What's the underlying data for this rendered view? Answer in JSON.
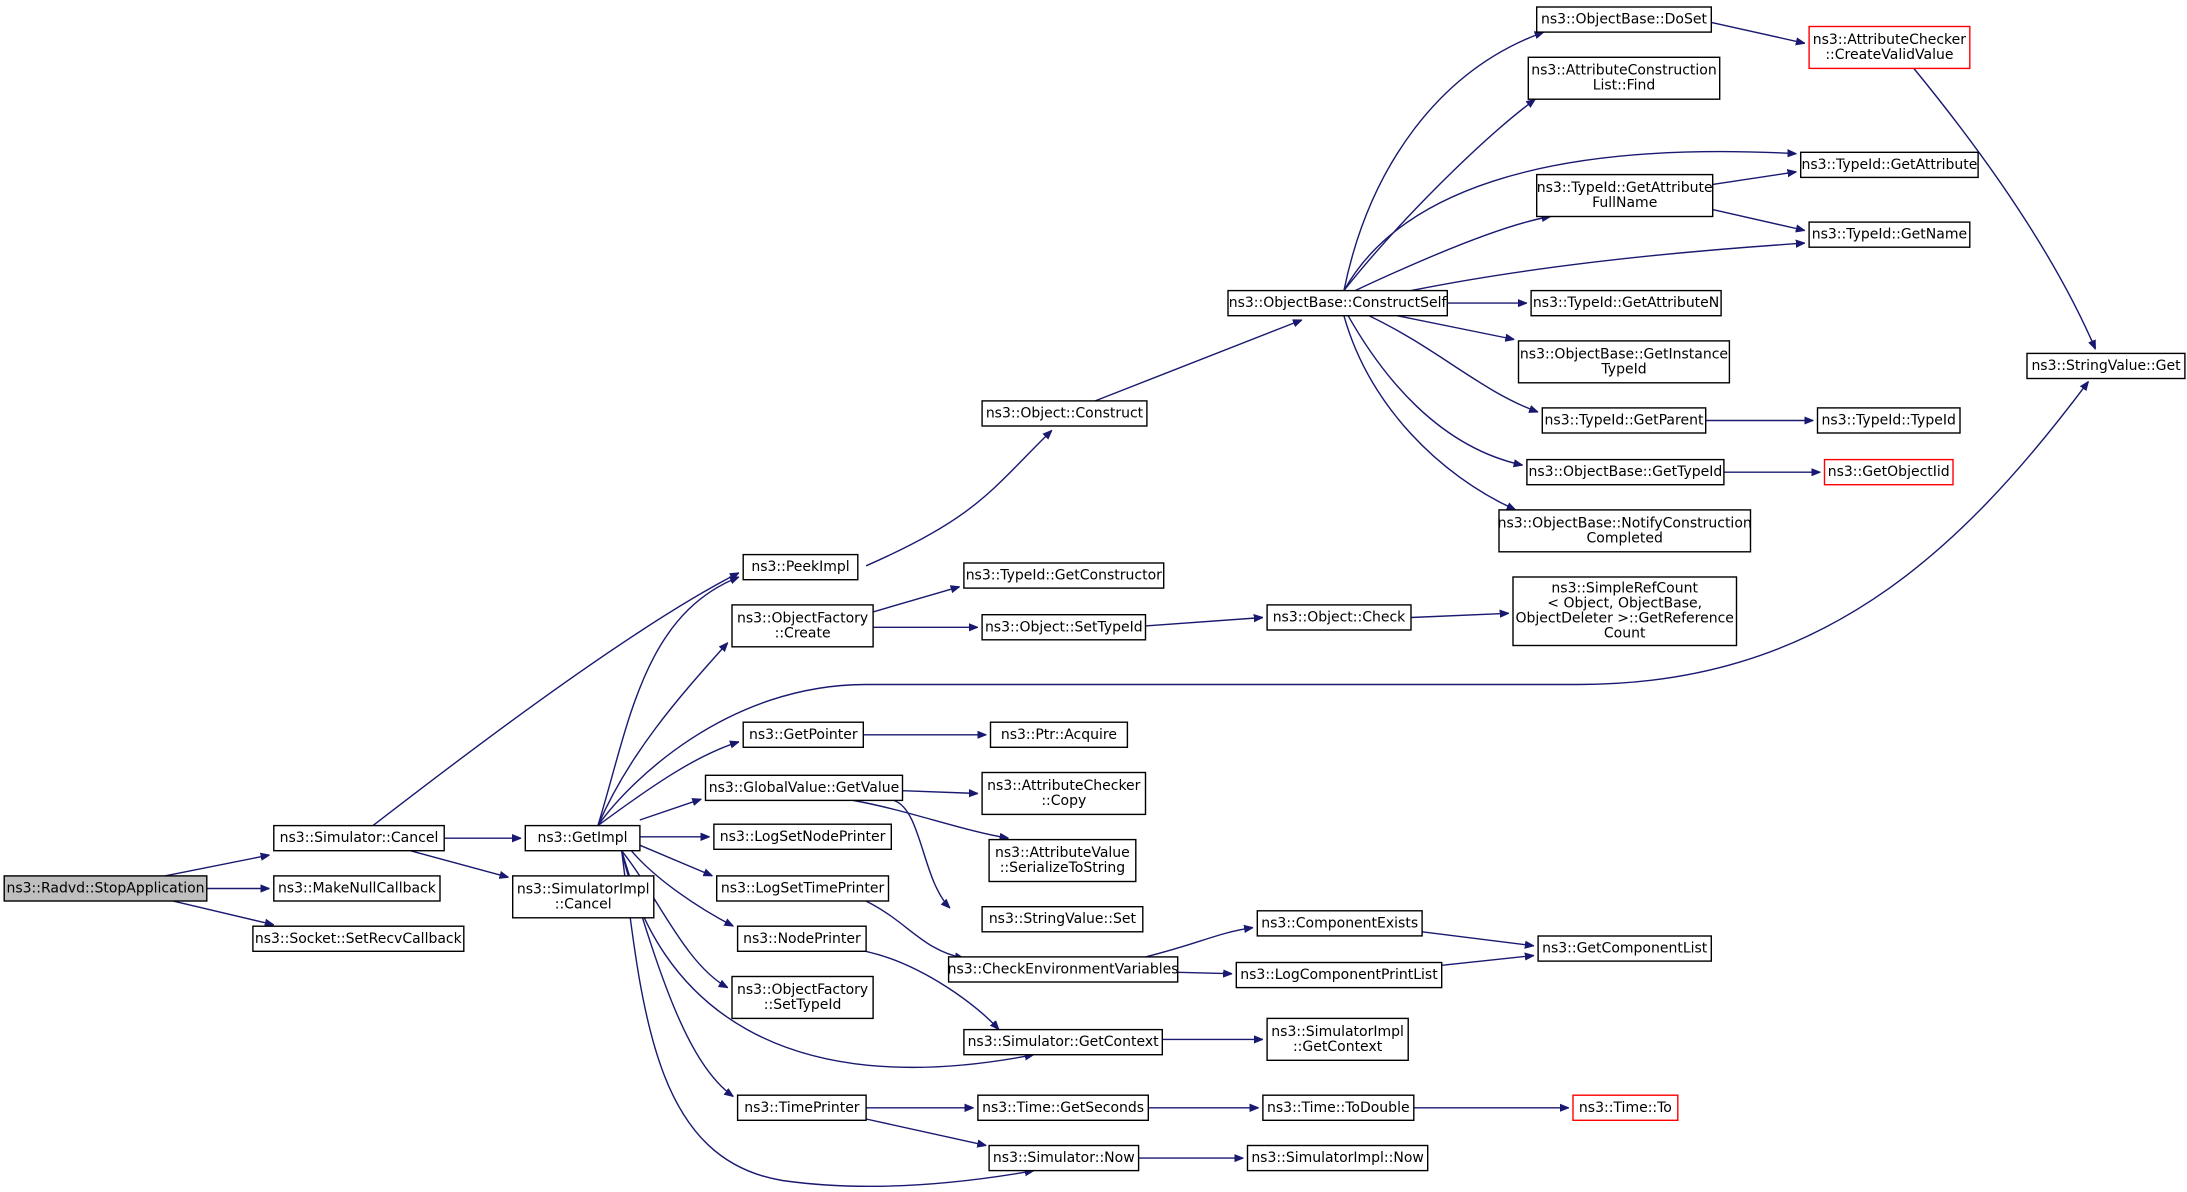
{
  "graph": {
    "nodes": [
      {
        "id": "StopApplication",
        "lines": [
          "ns3::Radvd::StopApplication"
        ],
        "style": "root"
      },
      {
        "id": "SimCancel",
        "lines": [
          "ns3::Simulator::Cancel"
        ]
      },
      {
        "id": "MakeNullCallback",
        "lines": [
          "ns3::MakeNullCallback"
        ]
      },
      {
        "id": "SetRecvCallback",
        "lines": [
          "ns3::Socket::SetRecvCallback"
        ]
      },
      {
        "id": "GetImpl",
        "lines": [
          "ns3::GetImpl"
        ]
      },
      {
        "id": "SimImplCancel",
        "lines": [
          "ns3::SimulatorImpl",
          "::Cancel"
        ]
      },
      {
        "id": "PeekImpl",
        "lines": [
          "ns3::PeekImpl"
        ]
      },
      {
        "id": "ObjFactoryCreate",
        "lines": [
          "ns3::ObjectFactory",
          "::Create"
        ]
      },
      {
        "id": "GetPointer",
        "lines": [
          "ns3::GetPointer"
        ]
      },
      {
        "id": "GlobalGetValue",
        "lines": [
          "ns3::GlobalValue::GetValue"
        ]
      },
      {
        "id": "LogSetNodePrinter",
        "lines": [
          "ns3::LogSetNodePrinter"
        ]
      },
      {
        "id": "LogSetTimePrinter",
        "lines": [
          "ns3::LogSetTimePrinter"
        ]
      },
      {
        "id": "NodePrinter",
        "lines": [
          "ns3::NodePrinter"
        ]
      },
      {
        "id": "ObjFactorySetTypeId",
        "lines": [
          "ns3::ObjectFactory",
          "::SetTypeId"
        ]
      },
      {
        "id": "TimePrinter",
        "lines": [
          "ns3::TimePrinter"
        ]
      },
      {
        "id": "ObjectConstruct",
        "lines": [
          "ns3::Object::Construct"
        ]
      },
      {
        "id": "TypeIdGetConstructor",
        "lines": [
          "ns3::TypeId::GetConstructor"
        ]
      },
      {
        "id": "ObjectSetTypeId",
        "lines": [
          "ns3::Object::SetTypeId"
        ]
      },
      {
        "id": "PtrAcquire",
        "lines": [
          "ns3::Ptr::Acquire"
        ]
      },
      {
        "id": "AttrCheckerCopy",
        "lines": [
          "ns3::AttributeChecker",
          "::Copy"
        ]
      },
      {
        "id": "AttrValueSerialize",
        "lines": [
          "ns3::AttributeValue",
          "::SerializeToString"
        ]
      },
      {
        "id": "StringValueSet",
        "lines": [
          "ns3::StringValue::Set"
        ]
      },
      {
        "id": "CheckEnvVars",
        "lines": [
          "ns3::CheckEnvironmentVariables"
        ]
      },
      {
        "id": "SimGetContext",
        "lines": [
          "ns3::Simulator::GetContext"
        ]
      },
      {
        "id": "TimeGetSeconds",
        "lines": [
          "ns3::Time::GetSeconds"
        ]
      },
      {
        "id": "SimNow",
        "lines": [
          "ns3::Simulator::Now"
        ]
      },
      {
        "id": "ConstructSelf",
        "lines": [
          "ns3::ObjectBase::ConstructSelf"
        ]
      },
      {
        "id": "ObjectCheck",
        "lines": [
          "ns3::Object::Check"
        ]
      },
      {
        "id": "ComponentExists",
        "lines": [
          "ns3::ComponentExists"
        ]
      },
      {
        "id": "LogCompPrintList",
        "lines": [
          "ns3::LogComponentPrintList"
        ]
      },
      {
        "id": "SimImplGetContext",
        "lines": [
          "ns3::SimulatorImpl",
          "::GetContext"
        ]
      },
      {
        "id": "TimeToDouble",
        "lines": [
          "ns3::Time::ToDouble"
        ]
      },
      {
        "id": "SimImplNow",
        "lines": [
          "ns3::SimulatorImpl::Now"
        ]
      },
      {
        "id": "DoSet",
        "lines": [
          "ns3::ObjectBase::DoSet"
        ]
      },
      {
        "id": "AttrConstListFind",
        "lines": [
          "ns3::AttributeConstruction",
          "List::Find"
        ]
      },
      {
        "id": "GetAttrFullName",
        "lines": [
          "ns3::TypeId::GetAttribute",
          "FullName"
        ]
      },
      {
        "id": "GetAttributeN",
        "lines": [
          "ns3::TypeId::GetAttributeN"
        ]
      },
      {
        "id": "GetInstanceTypeId",
        "lines": [
          "ns3::ObjectBase::GetInstance",
          "TypeId"
        ]
      },
      {
        "id": "GetParent",
        "lines": [
          "ns3::TypeId::GetParent"
        ]
      },
      {
        "id": "ObjBaseGetTypeId",
        "lines": [
          "ns3::ObjectBase::GetTypeId"
        ]
      },
      {
        "id": "NotifyConstruction",
        "lines": [
          "ns3::ObjectBase::NotifyConstruction",
          "Completed"
        ]
      },
      {
        "id": "SimpleRefCount",
        "lines": [
          "ns3::SimpleRefCount",
          "< Object, ObjectBase,",
          "ObjectDeleter >::GetReference",
          "Count"
        ]
      },
      {
        "id": "GetComponentList",
        "lines": [
          "ns3::GetComponentList"
        ]
      },
      {
        "id": "TimeTo",
        "lines": [
          "ns3::Time::To"
        ],
        "style": "red"
      },
      {
        "id": "CreateValidValue",
        "lines": [
          "ns3::AttributeChecker",
          "::CreateValidValue"
        ],
        "style": "red"
      },
      {
        "id": "TypeIdGetAttribute",
        "lines": [
          "ns3::TypeId::GetAttribute"
        ]
      },
      {
        "id": "TypeIdGetName",
        "lines": [
          "ns3::TypeId::GetName"
        ]
      },
      {
        "id": "TypeIdTypeId",
        "lines": [
          "ns3::TypeId::TypeId"
        ]
      },
      {
        "id": "GetObjectIid",
        "lines": [
          "ns3::GetObjectIid"
        ],
        "style": "red"
      },
      {
        "id": "StringValueGet",
        "lines": [
          "ns3::StringValue::Get"
        ]
      }
    ],
    "edges": [
      [
        "StopApplication",
        "SimCancel"
      ],
      [
        "StopApplication",
        "MakeNullCallback"
      ],
      [
        "StopApplication",
        "SetRecvCallback"
      ],
      [
        "SimCancel",
        "PeekImpl"
      ],
      [
        "SimCancel",
        "GetImpl"
      ],
      [
        "SimCancel",
        "SimImplCancel"
      ],
      [
        "GetImpl",
        "PeekImpl"
      ],
      [
        "GetImpl",
        "ObjFactoryCreate"
      ],
      [
        "GetImpl",
        "StringValueGet"
      ],
      [
        "GetImpl",
        "GetPointer"
      ],
      [
        "GetImpl",
        "GlobalGetValue"
      ],
      [
        "GetImpl",
        "LogSetNodePrinter"
      ],
      [
        "GetImpl",
        "LogSetTimePrinter"
      ],
      [
        "GetImpl",
        "NodePrinter"
      ],
      [
        "GetImpl",
        "ObjFactorySetTypeId"
      ],
      [
        "GetImpl",
        "TimePrinter"
      ],
      [
        "GetImpl",
        "SimGetContext"
      ],
      [
        "GetImpl",
        "SimNow"
      ],
      [
        "PeekImpl",
        "ObjectConstruct"
      ],
      [
        "ObjFactoryCreate",
        "TypeIdGetConstructor"
      ],
      [
        "ObjFactoryCreate",
        "ObjectSetTypeId"
      ],
      [
        "ObjectConstruct",
        "ConstructSelf"
      ],
      [
        "ObjectSetTypeId",
        "ObjectCheck"
      ],
      [
        "ObjectCheck",
        "SimpleRefCount"
      ],
      [
        "GetPointer",
        "PtrAcquire"
      ],
      [
        "GlobalGetValue",
        "AttrCheckerCopy"
      ],
      [
        "GlobalGetValue",
        "AttrValueSerialize"
      ],
      [
        "GlobalGetValue",
        "StringValueSet"
      ],
      [
        "LogSetTimePrinter",
        "CheckEnvVars"
      ],
      [
        "NodePrinter",
        "SimGetContext"
      ],
      [
        "CheckEnvVars",
        "ComponentExists"
      ],
      [
        "CheckEnvVars",
        "LogCompPrintList"
      ],
      [
        "ComponentExists",
        "GetComponentList"
      ],
      [
        "LogCompPrintList",
        "GetComponentList"
      ],
      [
        "SimGetContext",
        "SimImplGetContext"
      ],
      [
        "TimePrinter",
        "TimeGetSeconds"
      ],
      [
        "TimePrinter",
        "SimNow"
      ],
      [
        "TimeGetSeconds",
        "TimeToDouble"
      ],
      [
        "TimeToDouble",
        "TimeTo"
      ],
      [
        "SimNow",
        "SimImplNow"
      ],
      [
        "ConstructSelf",
        "DoSet"
      ],
      [
        "ConstructSelf",
        "AttrConstListFind"
      ],
      [
        "ConstructSelf",
        "TypeIdGetAttribute"
      ],
      [
        "ConstructSelf",
        "GetAttrFullName"
      ],
      [
        "ConstructSelf",
        "TypeIdGetName"
      ],
      [
        "ConstructSelf",
        "GetAttributeN"
      ],
      [
        "ConstructSelf",
        "GetInstanceTypeId"
      ],
      [
        "ConstructSelf",
        "GetParent"
      ],
      [
        "ConstructSelf",
        "ObjBaseGetTypeId"
      ],
      [
        "ConstructSelf",
        "NotifyConstruction"
      ],
      [
        "DoSet",
        "CreateValidValue"
      ],
      [
        "CreateValidValue",
        "StringValueGet"
      ],
      [
        "GetAttrFullName",
        "TypeIdGetAttribute"
      ],
      [
        "GetAttrFullName",
        "TypeIdGetName"
      ],
      [
        "GetParent",
        "TypeIdTypeId"
      ],
      [
        "ObjBaseGetTypeId",
        "GetObjectIid"
      ]
    ]
  }
}
